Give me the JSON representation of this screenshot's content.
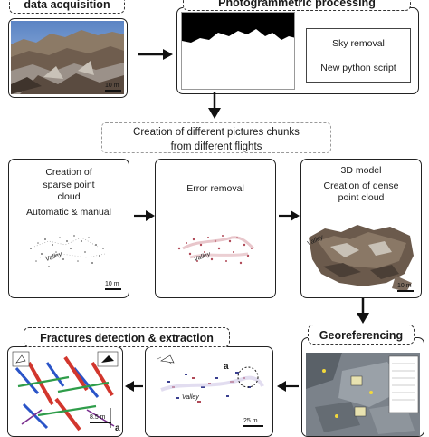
{
  "headers": {
    "data_acquisition": "data acquisition",
    "photogrammetric_processing": "Photogrammetric processing",
    "chunks": "Creation of different pictures chunks from different flights",
    "fractures": "Fractures detection & extraction",
    "georeferencing": "Georeferencing"
  },
  "boxes": {
    "sky_removal": "Sky removal",
    "python_script": "New python script",
    "sparse_title": "Creation of sparse point cloud",
    "sparse_sub": "Automatic & manual",
    "error_removal": "Error removal",
    "model_title": "3D model",
    "model_sub": "Creation of dense point cloud"
  },
  "labels": {
    "scale_10m": "10 m",
    "scale_25m": "25 m",
    "scale_85m": "8.5 m",
    "valley": "Valley",
    "marker_a": "a"
  },
  "colors": {
    "fracture_red": "#d2362d",
    "fracture_blue": "#2a54c8",
    "fracture_green": "#2f9d4a",
    "cloud_pink": "#b04a58",
    "ortho_gray": "#6f7780",
    "sky_blue": "#6c90c8"
  }
}
